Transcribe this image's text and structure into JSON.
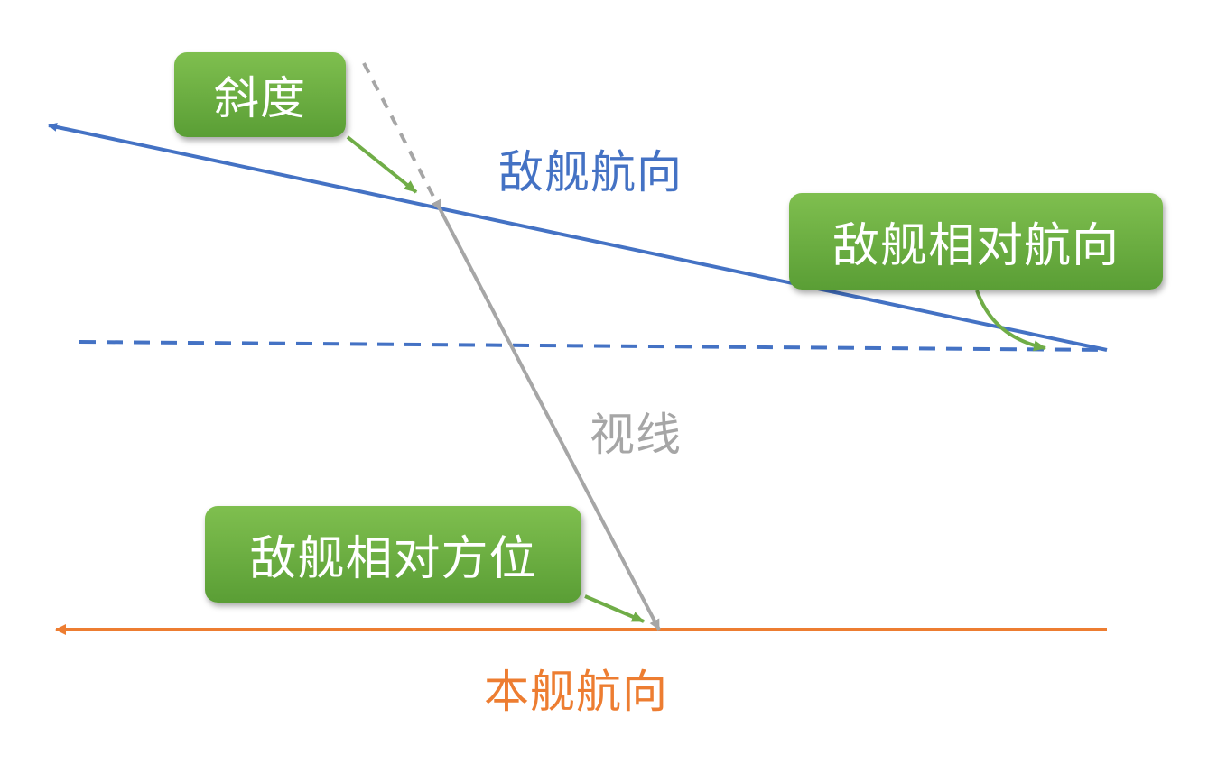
{
  "labels": {
    "enemy_course": "敌舰航向",
    "sight_line": "视线",
    "own_course": "本舰航向"
  },
  "callouts": {
    "aspect": "斜度",
    "relative_course": "敌舰相对航向",
    "relative_bearing": "敌舰相对方位"
  },
  "colors": {
    "enemy": "#4472c4",
    "own": "#ed7d31",
    "sight": "#a6a6a6",
    "callout": "#70ad47"
  }
}
